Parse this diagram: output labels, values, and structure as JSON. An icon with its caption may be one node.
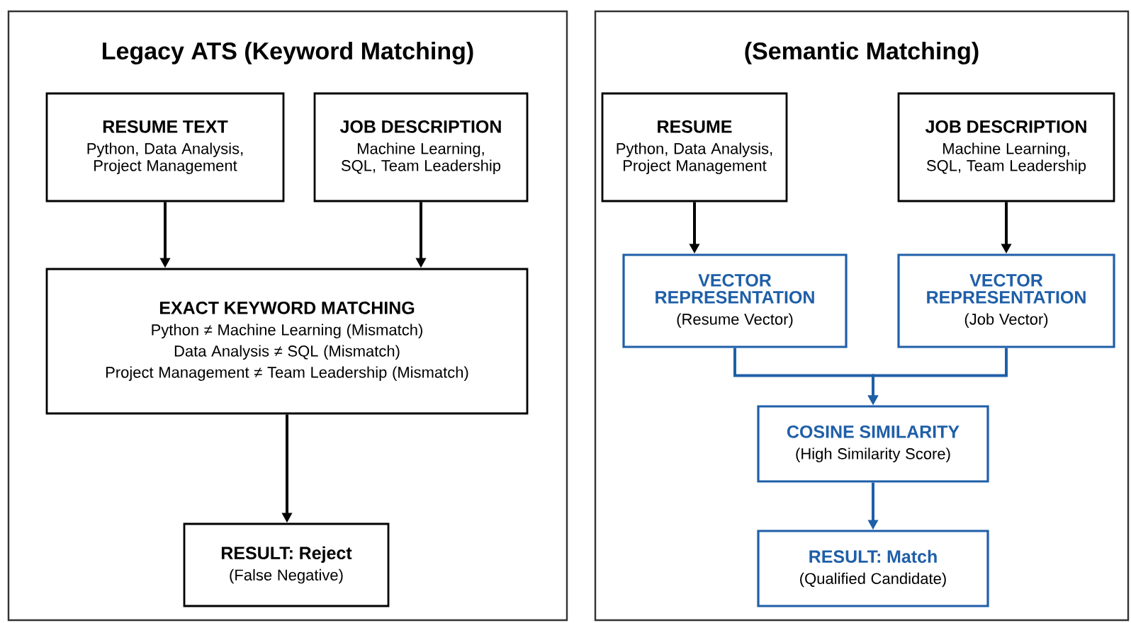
{
  "diagram": {
    "nodes": [
      {
        "text": [
          "Legacy ATS (Keyword Matching)"
        ]
      },
      {
        "text": [
          "RESUME TEXT",
          "Python, Data Analysis, Project Management"
        ],
        "in": 0
      },
      {
        "text": [
          "JOB DESCRIPTION",
          "Machine Learning, SQL, Team Leadership"
        ],
        "in": 0
      },
      {
        "text": [
          "EXACT KEYWORD MATCHING",
          "Python ≠ Machine Learning (Mismatch)",
          "Data Analysis ≠ SQL (Mismatch)",
          "Project Management ≠ Team Leadership (Mismatch)"
        ],
        "in": 0
      },
      {
        "text": [
          "RESULT: Reject",
          "(False Negative)"
        ],
        "in": 0
      },
      {
        "text": [
          "(Semantic Matching)"
        ]
      },
      {
        "text": [
          "RESUME",
          "Python, Data Analysis, Project Management"
        ],
        "in": 5
      },
      {
        "text": [
          "JOB DESCRIPTION",
          "Machine Learning, SQL, Team Leadership"
        ],
        "in": 5
      },
      {
        "text": [
          "VECTOR REPRESENTATION",
          "(Resume Vector)"
        ],
        "in": 5
      },
      {
        "text": [
          "VECTOR REPRESENTATION",
          "(Job Vector)"
        ],
        "in": 5
      },
      {
        "text": [
          "COSINE SIMILARITY",
          "(High Similarity Score)"
        ],
        "in": 5
      },
      {
        "text": [
          "RESULT: Match",
          "(Qualified Candidate)"
        ],
        "in": 5
      }
    ],
    "edges": [
      {
        "from": 1,
        "to": 3,
        "arrow": "to"
      },
      {
        "from": 2,
        "to": 3,
        "arrow": "to"
      },
      {
        "from": 3,
        "to": 4,
        "arrow": "to"
      },
      {
        "from": 6,
        "to": 8,
        "arrow": "to"
      },
      {
        "from": 7,
        "to": 9,
        "arrow": "to"
      },
      {
        "from": 8,
        "to": 10,
        "arrow": "to",
        "color": "#1f5fa8"
      },
      {
        "from": 9,
        "to": 10,
        "arrow": "to",
        "color": "#1f5fa8"
      },
      {
        "from": 10,
        "to": 11,
        "arrow": "to",
        "color": "#1f5fa8"
      }
    ]
  }
}
